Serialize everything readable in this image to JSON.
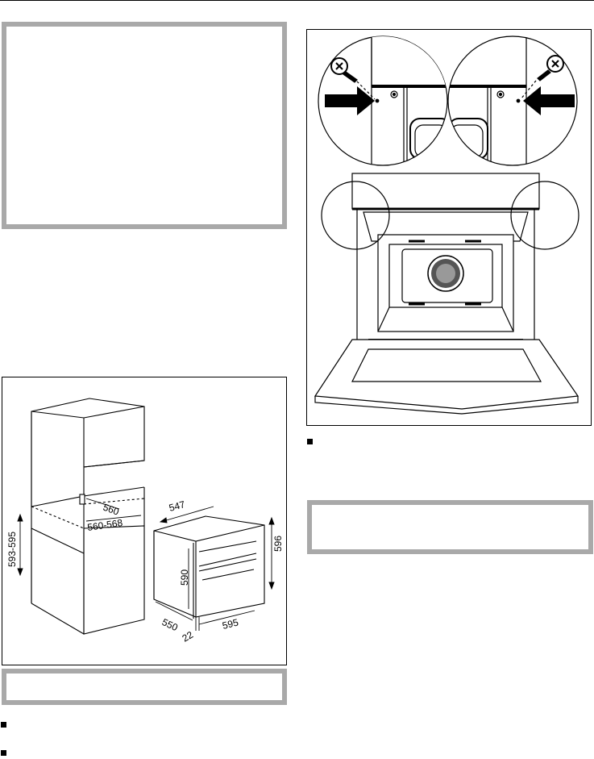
{
  "page": {
    "background": "#ffffff",
    "box_border_color": "#a9a9a9"
  },
  "cabinet_figure": {
    "dimensions": {
      "niche_height": "593-595",
      "niche_depth": "560",
      "niche_width": "560-568",
      "oven_width": "547",
      "oven_height_total": "596",
      "oven_body_height": "590",
      "oven_depth": "550",
      "front_width": "595",
      "front_offset": "22"
    }
  },
  "icons": {
    "screw": "screw-icon",
    "arrow": "arrow-left-icon"
  }
}
